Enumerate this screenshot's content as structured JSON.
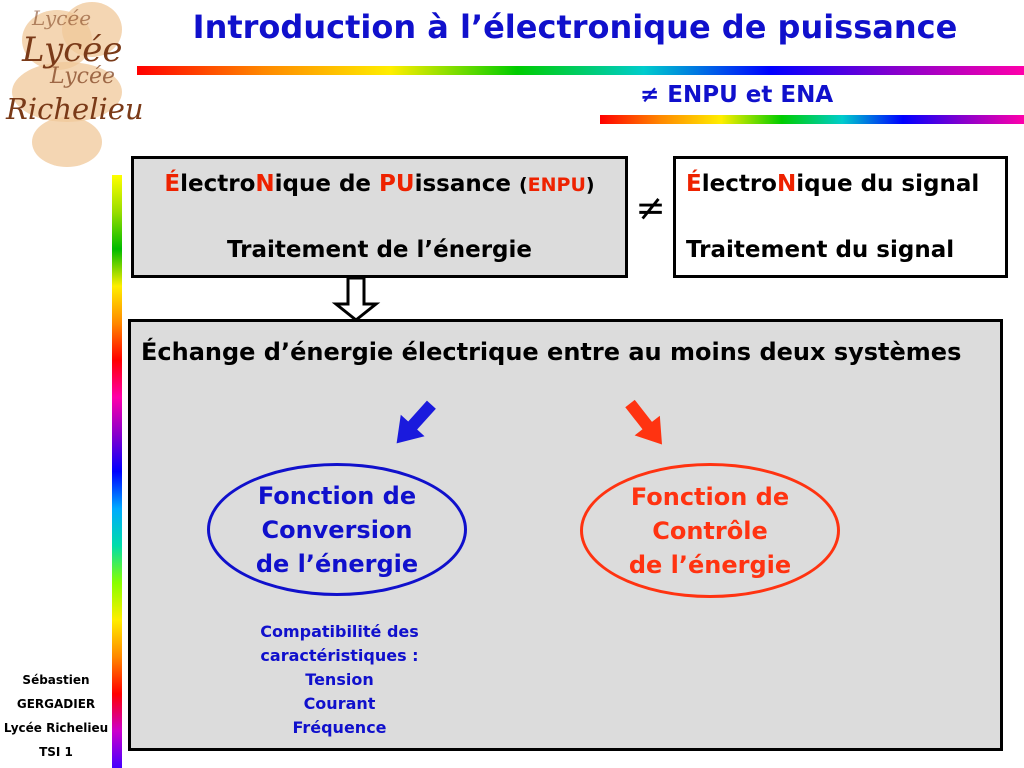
{
  "logo": {
    "line1": "Lycée",
    "line2": "Lycée",
    "line3": "Richelieu",
    "line4": "Lycée"
  },
  "header": {
    "title": "Introduction à l’électronique de puissance",
    "subtitle": "≠ ENPU et ENA"
  },
  "enpu_box": {
    "line1": {
      "a": "É",
      "b": "lectro",
      "c": "N",
      "d": "ique de ",
      "e": "PU",
      "f": "issance ",
      "g": "(",
      "h": "ENPU",
      "i": ")"
    },
    "line2": "Traitement de l’énergie"
  },
  "not_equal": "≠",
  "ena_box": {
    "line1": {
      "a": "É",
      "b": "lectro",
      "c": "N",
      "d": "ique du signal"
    },
    "line2": "Traitement du signal"
  },
  "main": {
    "title": "Échange d’énergie électrique entre au moins deux systèmes",
    "conversion": [
      "Fonction de",
      "Conversion",
      "de l’énergie"
    ],
    "control": [
      "Fonction de",
      "Contrôle",
      "de l’énergie"
    ],
    "compat": [
      "Compatibilité des",
      "caractéristiques :",
      "Tension",
      "Courant",
      "Fréquence"
    ]
  },
  "author": [
    "Sébastien",
    "GERGADIER",
    "Lycée Richelieu",
    "TSI 1"
  ],
  "colors": {
    "title_blue": "#1010cc",
    "accent_red": "#ee2200",
    "box_grey": "#dcdcdc"
  }
}
